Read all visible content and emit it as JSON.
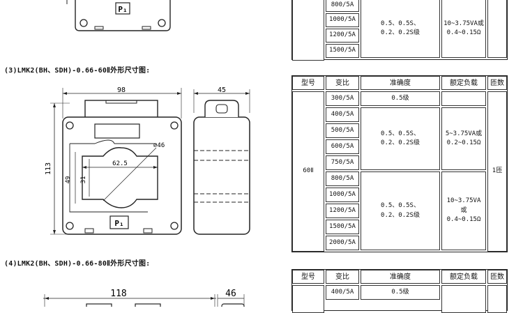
{
  "headings": {
    "h60": "(3)LMK2(BH、SDH)-0.66-60Ⅱ外形尺寸图:",
    "h80": "(4)LMK2(BH、SDH)-0.66-80Ⅱ外形尺寸图:"
  },
  "drawing_top": {
    "p_label": "P₁"
  },
  "drawing_60": {
    "width_dim": "98",
    "depth_dim": "45",
    "height_dim": "113",
    "window_h": "49",
    "inner_h": "31",
    "window_w": "62.5",
    "hole_dia": "⌀46",
    "p_label": "P₁"
  },
  "drawing_80": {
    "width_dim": "118",
    "depth_dim": "46"
  },
  "table_top": {
    "ratios": [
      "800/5A",
      "1000/5A",
      "1200/5A",
      "1500/5A"
    ],
    "accuracy": "0.5、0.5S、\n0.2、0.2S级",
    "burden": "10~3.75VA或\n0.4~0.15Ω"
  },
  "table_60": {
    "headers": [
      "型号",
      "变比",
      "准确度",
      "额定负载",
      "匝数"
    ],
    "model": "60Ⅱ",
    "turns": "1匝",
    "ratios": [
      "300/5A",
      "400/5A",
      "500/5A",
      "600/5A",
      "750/5A",
      "800/5A",
      "1000/5A",
      "1200/5A",
      "1500/5A",
      "2000/5A"
    ],
    "acc_300": "0.5级",
    "acc_group2": "0.5、0.5S、\n0.2、0.2S级",
    "burden_group2": "5~3.75VA或\n0.2~0.15Ω",
    "acc_group3": "0.5、0.5S、\n0.2、0.2S级",
    "burden_group3": "10~3.75VA\n或\n0.4~0.15Ω"
  },
  "table_80": {
    "headers": [
      "型号",
      "变比",
      "准确度",
      "额定负载",
      "匝数"
    ],
    "ratio_first": "400/5A",
    "acc_first": "0.5级"
  }
}
